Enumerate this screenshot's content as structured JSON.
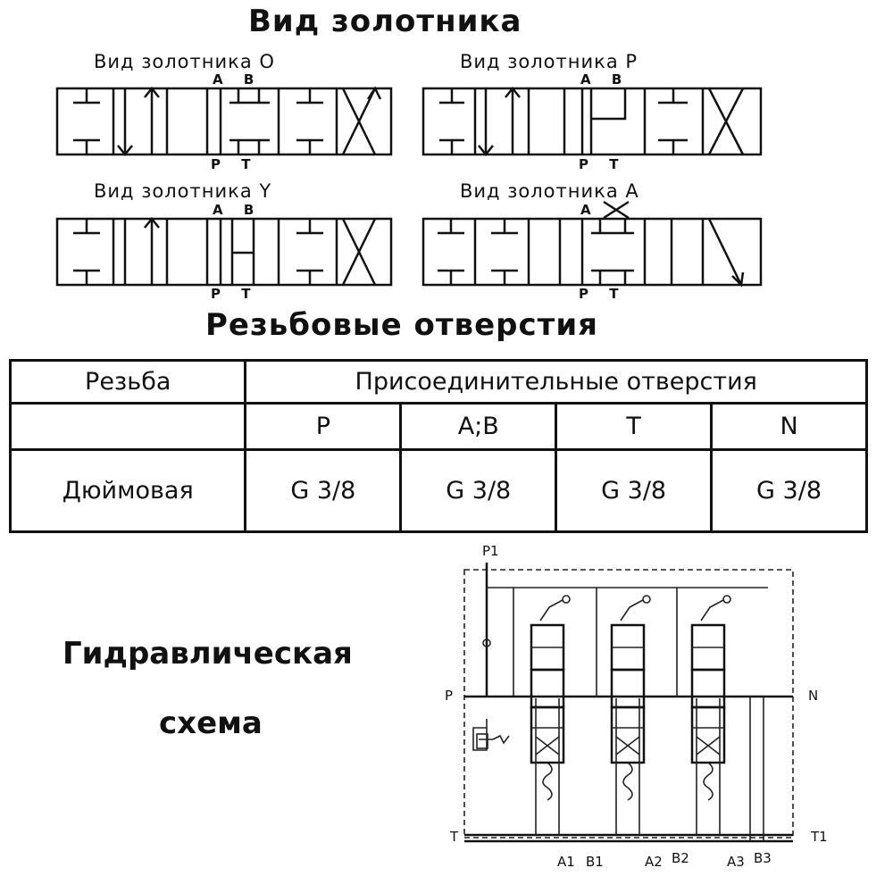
{
  "spool_section": {
    "title": "Вид золотника",
    "spools": [
      {
        "caption": "Вид золотника О",
        "port_top": "A B",
        "port_bottom": "P T"
      },
      {
        "caption": "Вид золотника Р",
        "port_top": "A B",
        "port_bottom": "P T"
      },
      {
        "caption": "Вид золотника Y",
        "port_top": "A B",
        "port_bottom": "P T"
      },
      {
        "caption": "Вид золотника А",
        "port_top": "A",
        "port_bottom": "P T"
      }
    ]
  },
  "thread_section": {
    "title": "Резьбовые отверстия",
    "table": {
      "col_header": "Резьба",
      "group_header": "Присоединительные отверстия",
      "ports": [
        "P",
        "A;B",
        "T",
        "N"
      ],
      "row_label": "Дюймовая",
      "values": [
        "G 3/8",
        "G 3/8",
        "G 3/8",
        "G 3/8"
      ]
    }
  },
  "hydraulic_section": {
    "title_line1": "Гидравлическая",
    "title_line2": "схема",
    "labels": {
      "p1": "P1",
      "p": "P",
      "n": "N",
      "t": "T",
      "t1": "T1",
      "a1": "A1",
      "b1": "B1",
      "a2": "A2",
      "b2": "B2",
      "a3": "A3",
      "b3": "B3"
    }
  }
}
